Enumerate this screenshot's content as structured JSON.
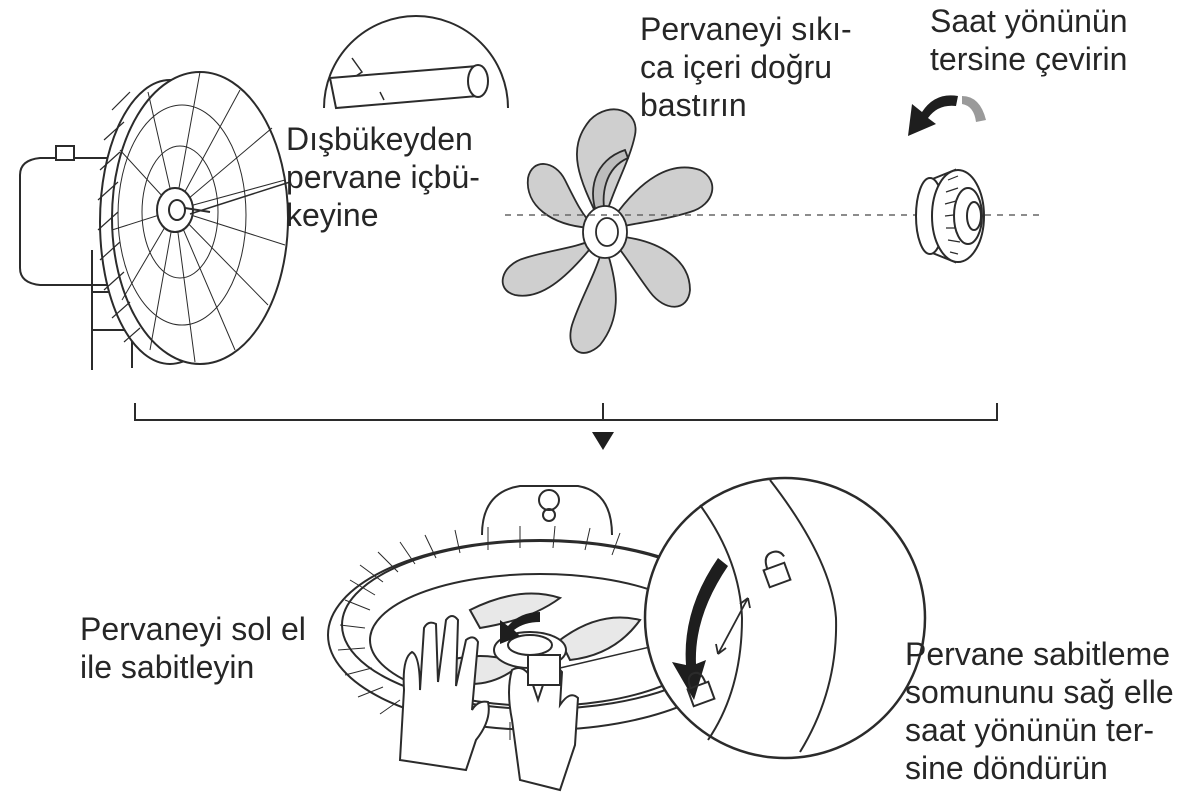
{
  "labels": {
    "convex_to_concave": "Dışbükeyden\npervane içbü-\nkeyine",
    "press_fan": "Pervaneyi sıkı-\nca içeri doğru\nbastırın",
    "counter_clockwise": "Saat yönünün\ntersine çevirin",
    "hold_left_hand": "Pervaneyi sol el\nile sabitleyin",
    "turn_nut_right_hand": "Pervane sabitleme\nsomununu sağ elle\nsaat yönünün ter-\nsine döndürün"
  },
  "colors": {
    "line": "#2b2b2b",
    "blade_fill": "#cfcfcf",
    "arrow_dark": "#1e1e1e",
    "arrow_light": "#9a9a9a",
    "background": "#ffffff"
  },
  "icons": [
    "lock-icon",
    "unlock-icon",
    "double-arrow-icon",
    "rotate-arrow-icon"
  ]
}
